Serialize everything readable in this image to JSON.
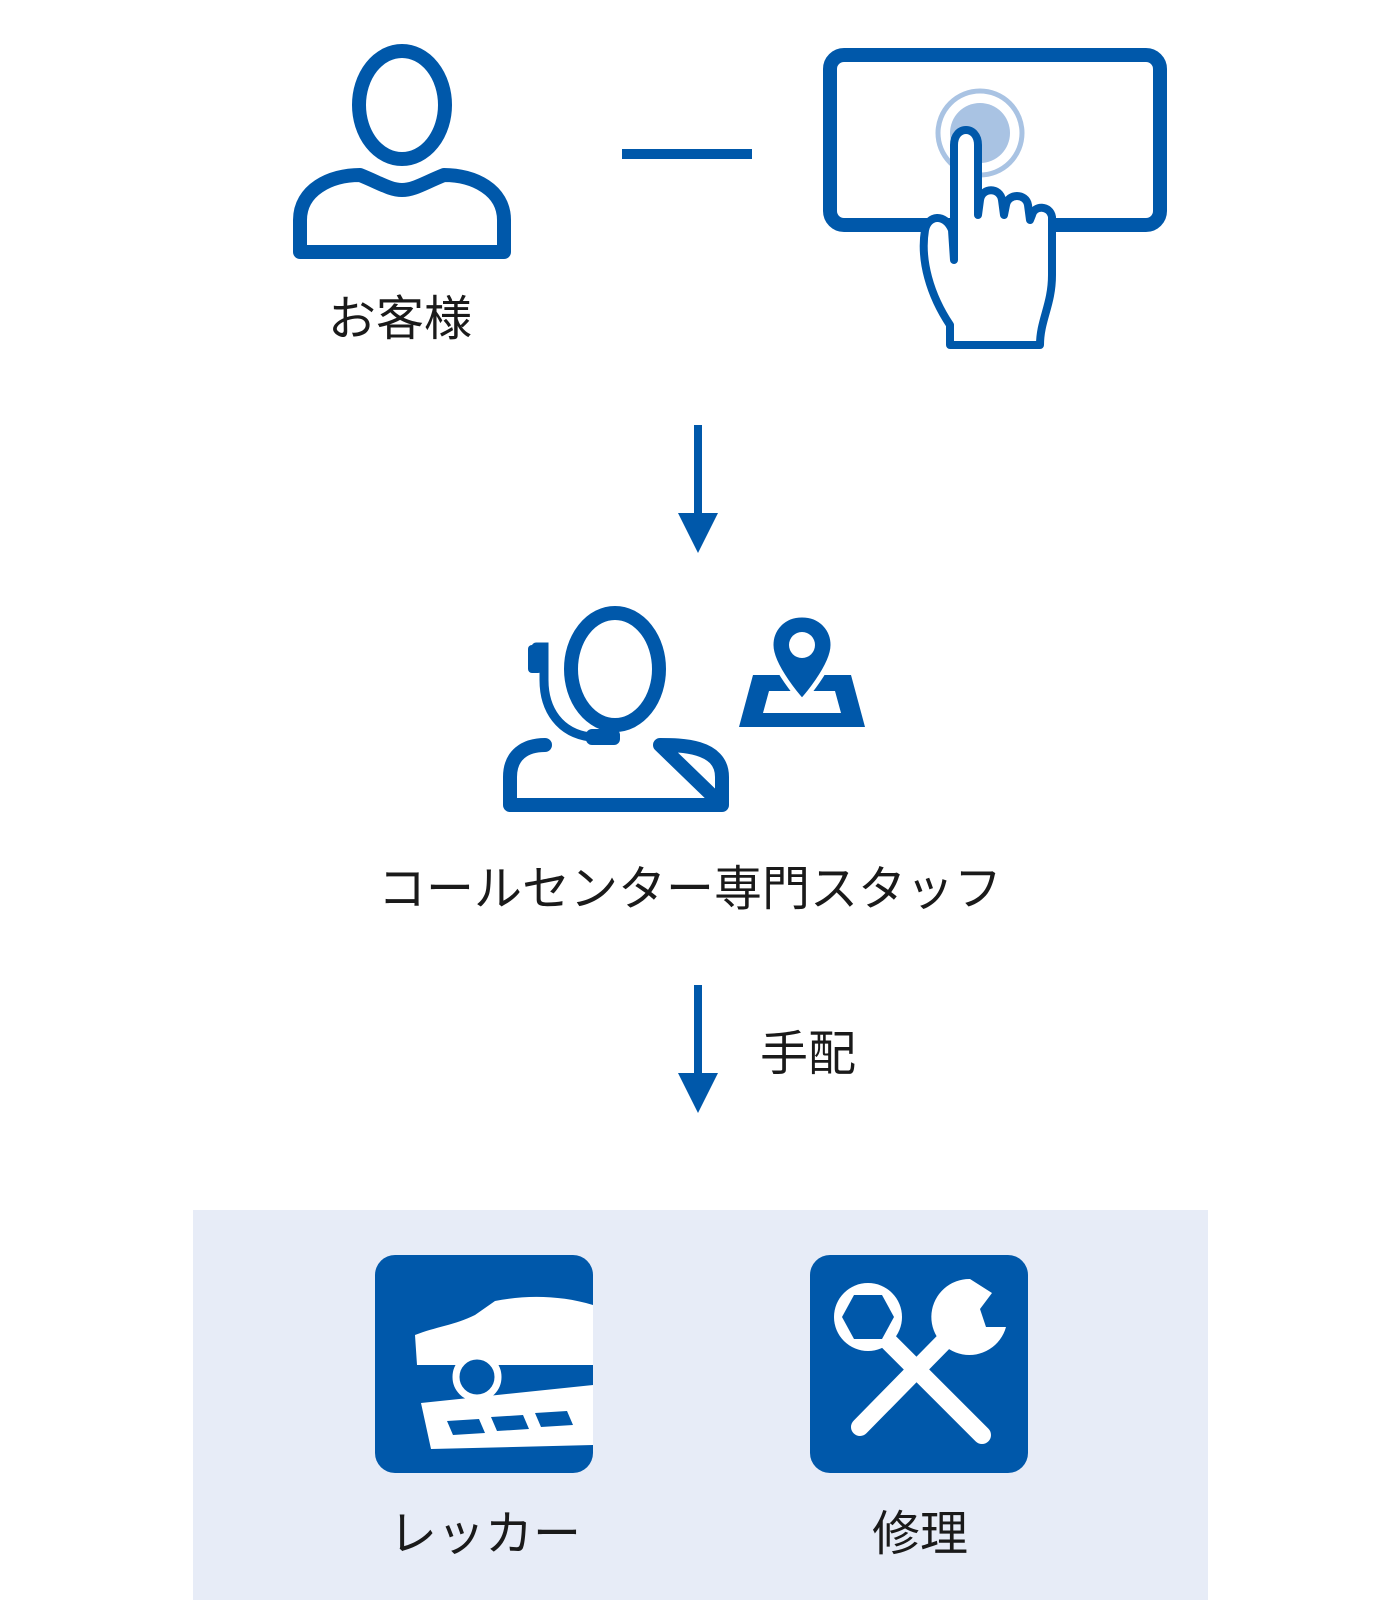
{
  "colors": {
    "primary": "#0058aa",
    "panel_bg": "#e7ecf7",
    "text": "#1a1a1a",
    "touch_ring": "#a9c3e3"
  },
  "customer": {
    "label": "お客様",
    "icon": "person-icon"
  },
  "device": {
    "icon": "touchscreen-tap-icon"
  },
  "call_center": {
    "label": "コールセンター専門スタッフ",
    "icon": "operator-headset-icon",
    "location_icon": "map-pin-icon"
  },
  "dispatch": {
    "label": "手配"
  },
  "services": [
    {
      "label": "レッカー",
      "icon": "tow-truck-icon"
    },
    {
      "label": "修理",
      "icon": "wrench-tools-icon"
    }
  ]
}
